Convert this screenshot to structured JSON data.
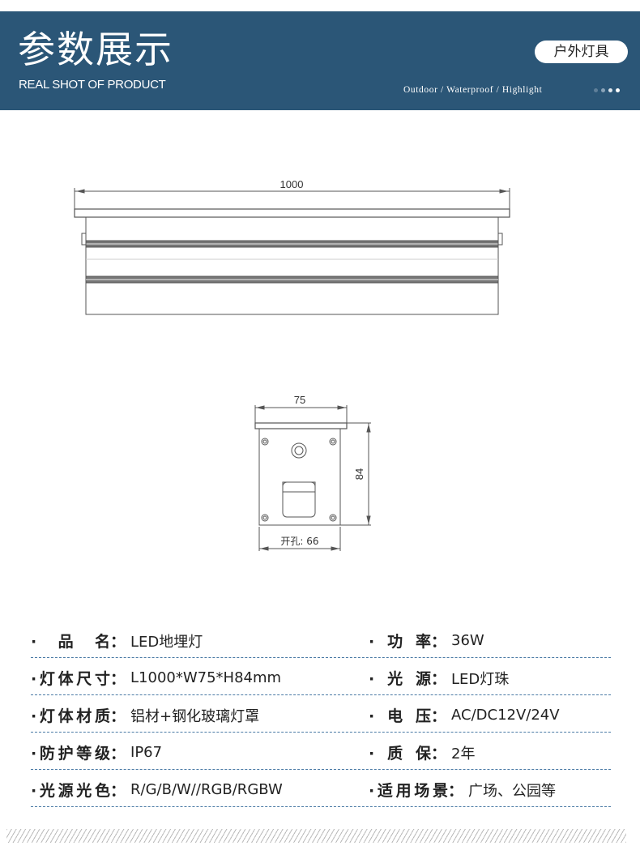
{
  "header": {
    "title": "参数展示",
    "subtitle": "REAL SHOT OF PRODUCT",
    "badge": "户外灯具",
    "tagline": "Outdoor / Waterproof / Highlight",
    "dot_colors": [
      "#5f7f99",
      "#8aa3b8",
      "#dfe7ee",
      "#ffffff"
    ]
  },
  "drawing": {
    "length_dim": "1000",
    "width_dim": "75",
    "height_dim": "84",
    "cutout_dim": "开孔: 66"
  },
  "specs": [
    {
      "left": {
        "label": "·品名",
        "value": "LED地埋灯"
      },
      "right": {
        "label": "·功率",
        "value": "36W"
      }
    },
    {
      "left": {
        "label": "·灯体尺寸",
        "value": "L1000*W75*H84mm"
      },
      "right": {
        "label": "·光源",
        "value": "LED灯珠"
      }
    },
    {
      "left": {
        "label": "·灯体材质",
        "value": "铝材+钢化玻璃灯罩"
      },
      "right": {
        "label": "·电压",
        "value": "AC/DC12V/24V"
      }
    },
    {
      "left": {
        "label": "·防护等级",
        "value": "IP67"
      },
      "right": {
        "label": "·质保",
        "value": "2年"
      }
    },
    {
      "left": {
        "label": "·光源光色",
        "value": "R/G/B/W//RGB/RGBW"
      },
      "right": {
        "label": "·适用场景",
        "value": "广场、公园等"
      }
    }
  ],
  "colon": "："
}
